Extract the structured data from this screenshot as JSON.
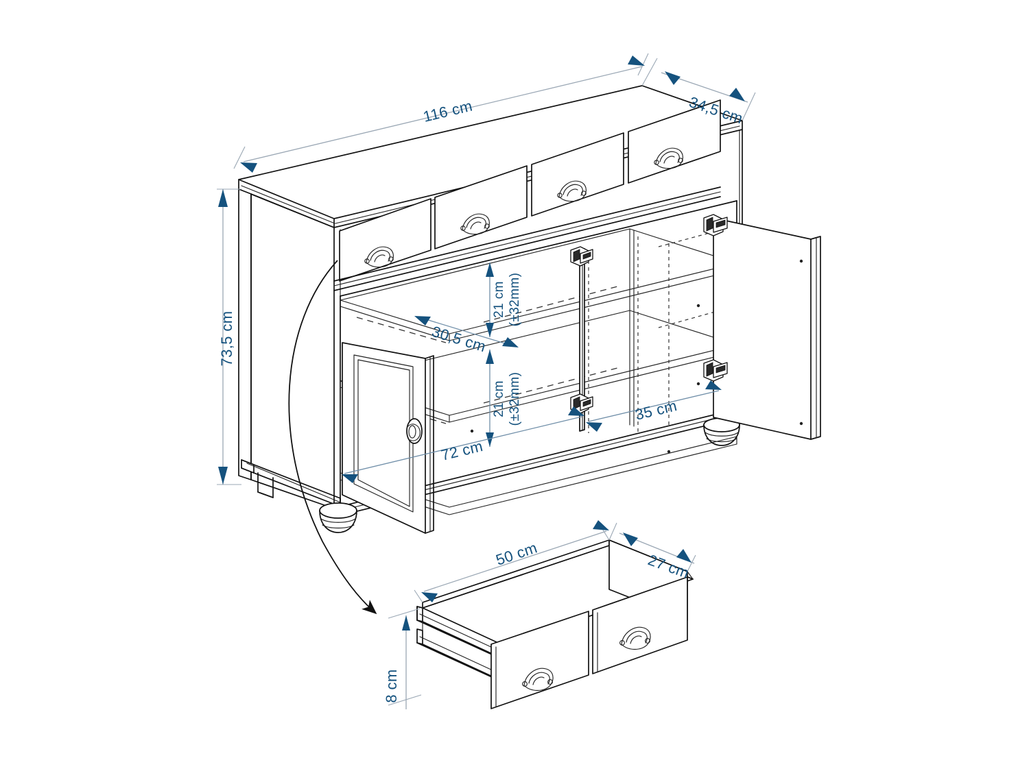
{
  "drawing": {
    "title": "Sideboard technical dimension drawing",
    "subject": "4-drawer 3-door sideboard with exploded drawer detail",
    "line_color": "#111111",
    "dimension_color": "#15527e",
    "extension_line_color": "#9aa7b4",
    "background": "#ffffff"
  },
  "dimensions": {
    "width": {
      "label": "116 cm",
      "value": 116,
      "unit": "cm",
      "name": "overall-width"
    },
    "depth": {
      "label": "34,5 cm",
      "value": 34.5,
      "unit": "cm",
      "name": "overall-depth"
    },
    "height": {
      "label": "73,5 cm",
      "value": 73.5,
      "unit": "cm",
      "name": "overall-height"
    },
    "shelf_depth": {
      "label": "30,5 cm",
      "value": 30.5,
      "unit": "cm",
      "name": "interior-shelf-depth"
    },
    "compartment_upper": {
      "label_line1": "21 cm",
      "label_line2": "(±32mm)",
      "value": 21,
      "tolerance": "±32mm",
      "unit": "cm",
      "name": "upper-compartment-height"
    },
    "compartment_lower": {
      "label_line1": "21 cm",
      "label_line2": "(±32mm)",
      "value": 21,
      "tolerance": "±32mm",
      "unit": "cm",
      "name": "lower-compartment-height"
    },
    "interior_width": {
      "label": "72 cm",
      "value": 72,
      "unit": "cm",
      "name": "interior-width-left"
    },
    "bay_width": {
      "label": "35 cm",
      "value": 35,
      "unit": "cm",
      "name": "right-bay-width"
    },
    "drawer_width": {
      "label": "50 cm",
      "value": 50,
      "unit": "cm",
      "name": "drawer-inner-width"
    },
    "drawer_depth": {
      "label": "27 cm",
      "value": 27,
      "unit": "cm",
      "name": "drawer-inner-depth"
    },
    "drawer_height": {
      "label": "8 cm",
      "value": 8,
      "unit": "cm",
      "name": "drawer-inner-height"
    }
  },
  "cabinet": {
    "drawers": [
      {
        "index": 1,
        "handle": "cup-handle"
      },
      {
        "index": 2,
        "handle": "cup-handle"
      },
      {
        "index": 3,
        "handle": "cup-handle"
      },
      {
        "index": 4,
        "handle": "cup-handle"
      }
    ],
    "doors": [
      {
        "index": 1,
        "state": "open",
        "knob": "round-knob",
        "panel": "framed-panel"
      },
      {
        "index": 2,
        "state": "open",
        "hinges": 2
      },
      {
        "index": 3,
        "state": "open",
        "hinges": 2
      }
    ],
    "feet": {
      "type": "bun-foot",
      "count": 3
    },
    "shelves": 2
  },
  "detail": {
    "name": "drawer-detail",
    "callout": "leader-arrow",
    "handles": 2,
    "handle_type": "cup-handle"
  }
}
